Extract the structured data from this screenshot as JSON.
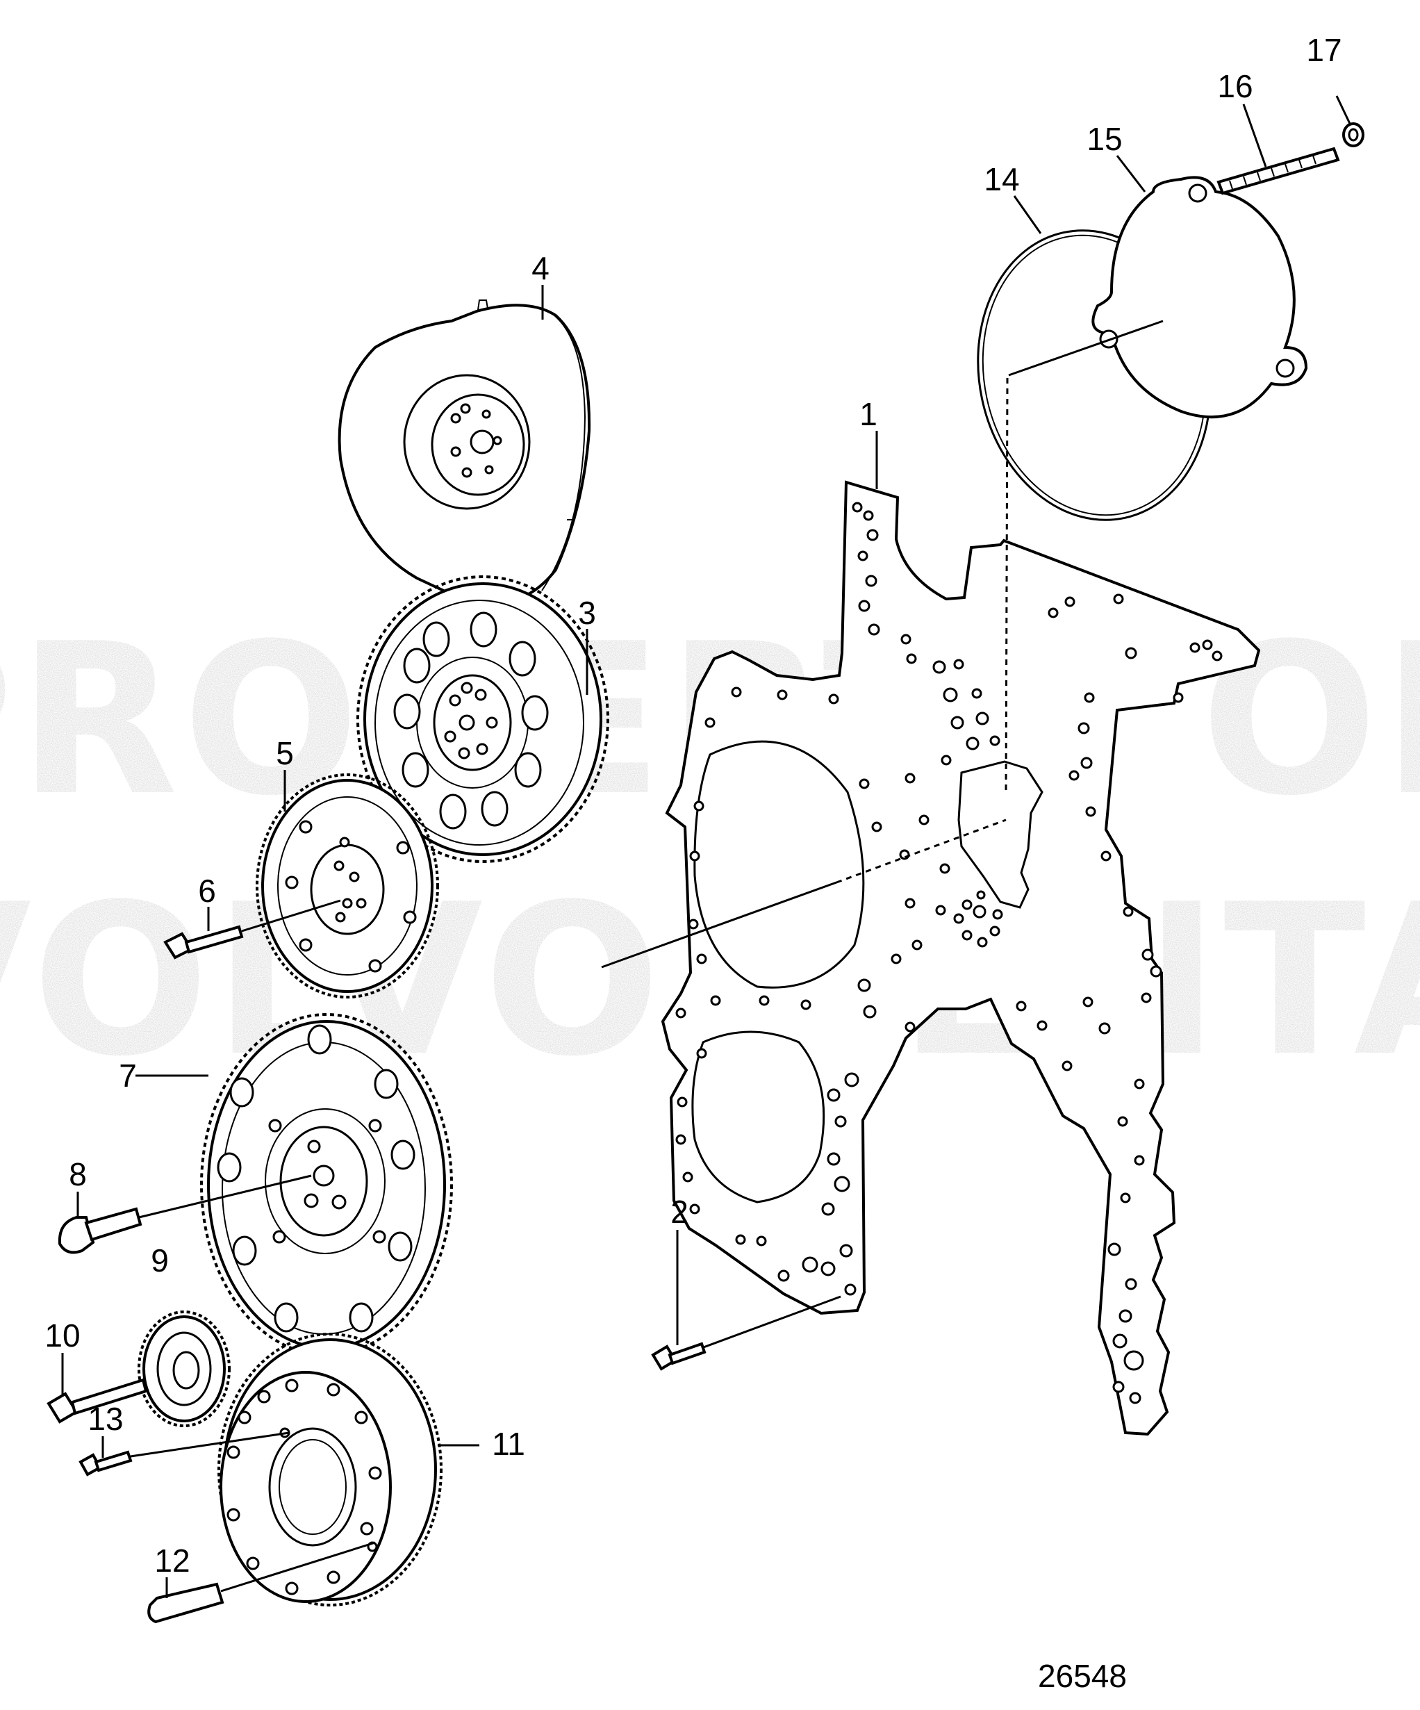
{
  "watermark": {
    "line1": "PROPERTY OF",
    "line2": "VOLVO PENTA"
  },
  "figure_number": "26548",
  "callouts": [
    {
      "id": "1",
      "label": "1"
    },
    {
      "id": "2",
      "label": "2"
    },
    {
      "id": "3",
      "label": "3"
    },
    {
      "id": "4",
      "label": "4"
    },
    {
      "id": "5",
      "label": "5"
    },
    {
      "id": "6",
      "label": "6"
    },
    {
      "id": "7",
      "label": "7"
    },
    {
      "id": "8",
      "label": "8"
    },
    {
      "id": "9",
      "label": "9"
    },
    {
      "id": "10",
      "label": "10"
    },
    {
      "id": "11",
      "label": "11"
    },
    {
      "id": "12",
      "label": "12"
    },
    {
      "id": "13",
      "label": "13"
    },
    {
      "id": "14",
      "label": "14"
    },
    {
      "id": "15",
      "label": "15"
    },
    {
      "id": "16",
      "label": "16"
    },
    {
      "id": "17",
      "label": "17"
    }
  ]
}
